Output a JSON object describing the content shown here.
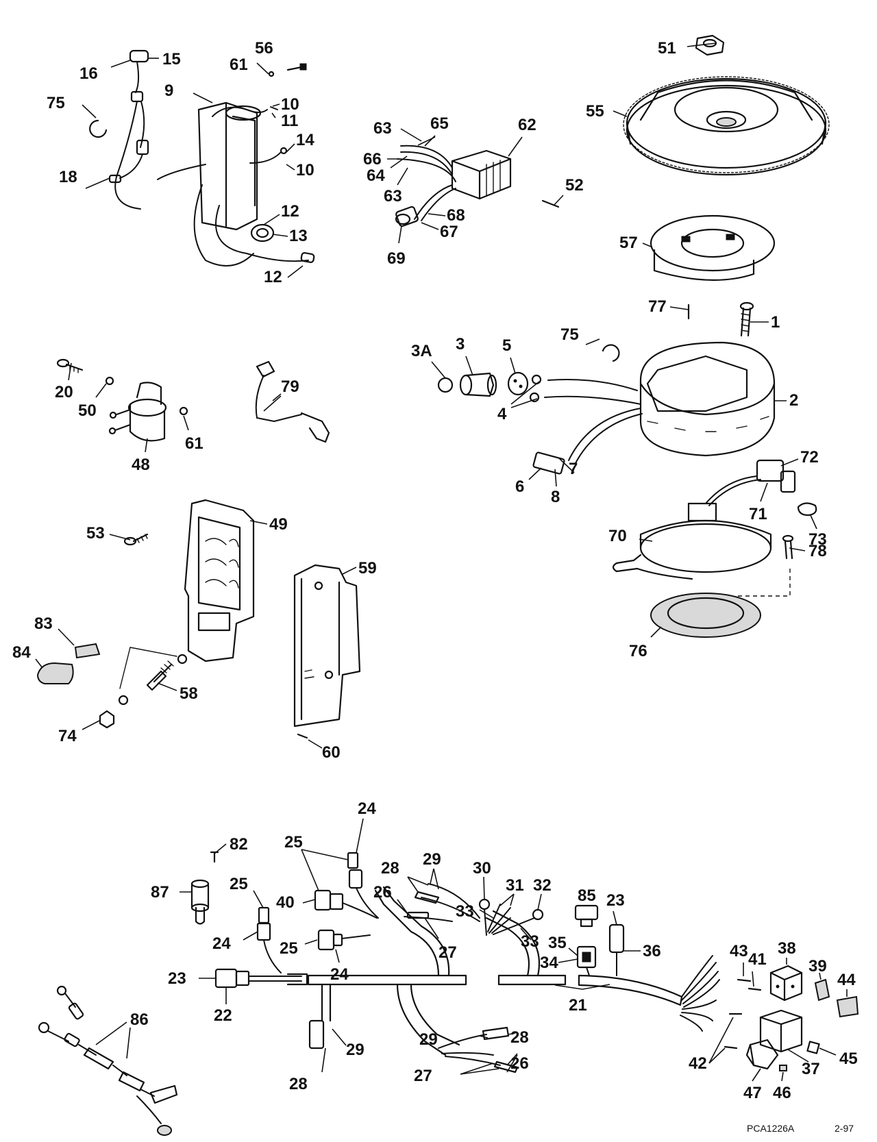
{
  "diagram": {
    "reference_code": "PCA1226A",
    "revision_date": "2-97",
    "callouts": {
      "c1": "1",
      "c2": "2",
      "c3": "3",
      "c3A": "3A",
      "c4": "4",
      "c5": "5",
      "c6": "6",
      "c7": "7",
      "c8": "8",
      "c9": "9",
      "c10": "10",
      "c11": "11",
      "c12": "12",
      "c13": "13",
      "c14": "14",
      "c15": "15",
      "c16": "16",
      "c18": "18",
      "c20": "20",
      "c21": "21",
      "c22": "22",
      "c23": "23",
      "c24": "24",
      "c25": "25",
      "c26": "26",
      "c27": "27",
      "c28": "28",
      "c29": "29",
      "c30": "30",
      "c31": "31",
      "c32": "32",
      "c33": "33",
      "c34": "34",
      "c35": "35",
      "c36": "36",
      "c37": "37",
      "c38": "38",
      "c39": "39",
      "c40": "40",
      "c41": "41",
      "c42": "42",
      "c43": "43",
      "c44": "44",
      "c45": "45",
      "c46": "46",
      "c47": "47",
      "c48": "48",
      "c49": "49",
      "c50": "50",
      "c51": "51",
      "c52": "52",
      "c53": "53",
      "c55": "55",
      "c56": "56",
      "c57": "57",
      "c58": "58",
      "c59": "59",
      "c60": "60",
      "c61": "61",
      "c62": "62",
      "c63": "63",
      "c64": "64",
      "c65": "65",
      "c66": "66",
      "c67": "67",
      "c68": "68",
      "c69": "69",
      "c70": "70",
      "c71": "71",
      "c72": "72",
      "c73": "73",
      "c74": "74",
      "c75": "75",
      "c76": "76",
      "c77": "77",
      "c78": "78",
      "c79": "79",
      "c82": "82",
      "c83": "83",
      "c84": "84",
      "c85": "85",
      "c86": "86",
      "c87": "87"
    }
  }
}
